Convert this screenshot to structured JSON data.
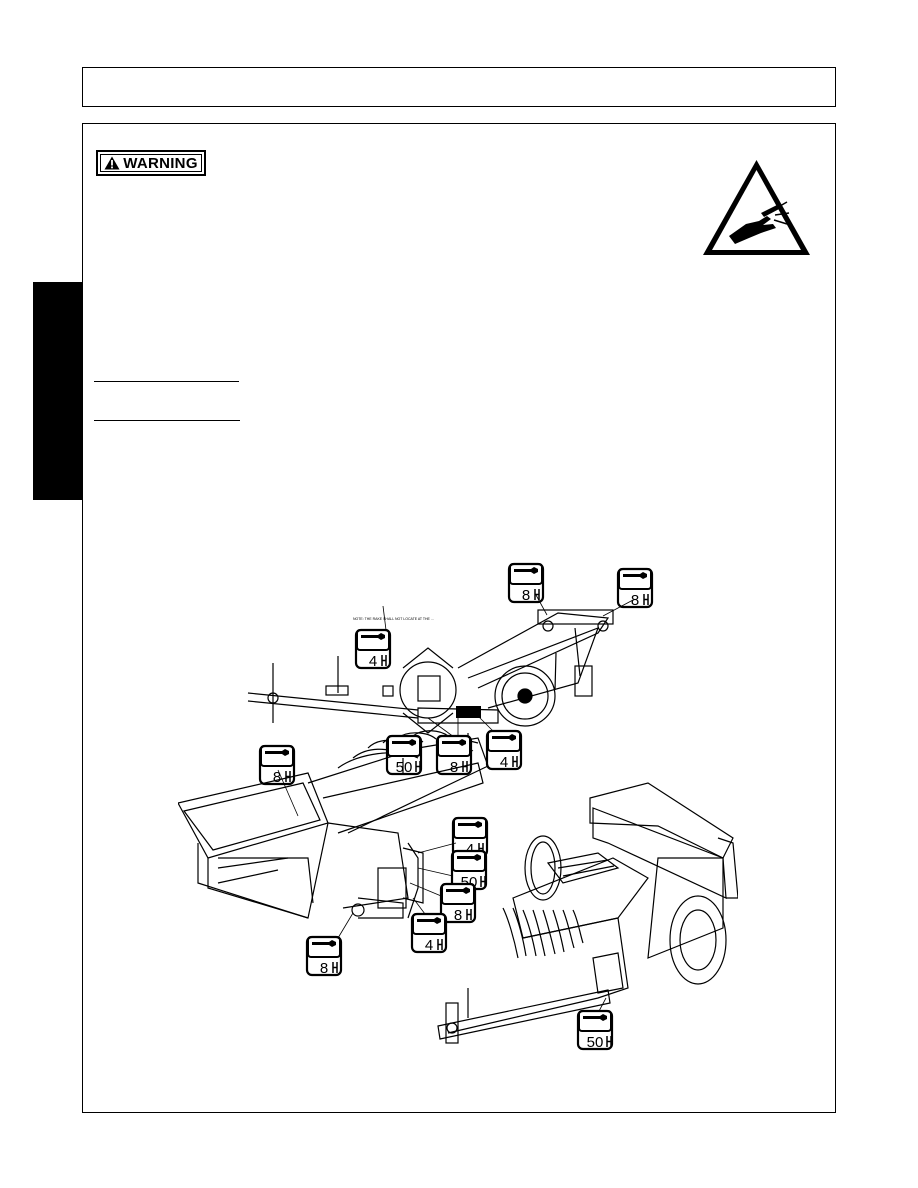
{
  "warning": {
    "label": "WARNING"
  },
  "hazard_sign": {
    "icon": "high-pressure-fluid-injection-hazard-icon"
  },
  "lube_labels": {
    "top_1": "8",
    "top_2": "8",
    "top_3": "4",
    "top_4": "50",
    "top_5": "8",
    "top_6": "4",
    "left_1": "8",
    "left_2": "4",
    "left_3": "50",
    "left_4": "8",
    "left_5": "4",
    "left_6": "8",
    "right_1": "50"
  },
  "note_text": "NOTE: THE RAKE SHALL NOT LOCATE AT THE ..."
}
